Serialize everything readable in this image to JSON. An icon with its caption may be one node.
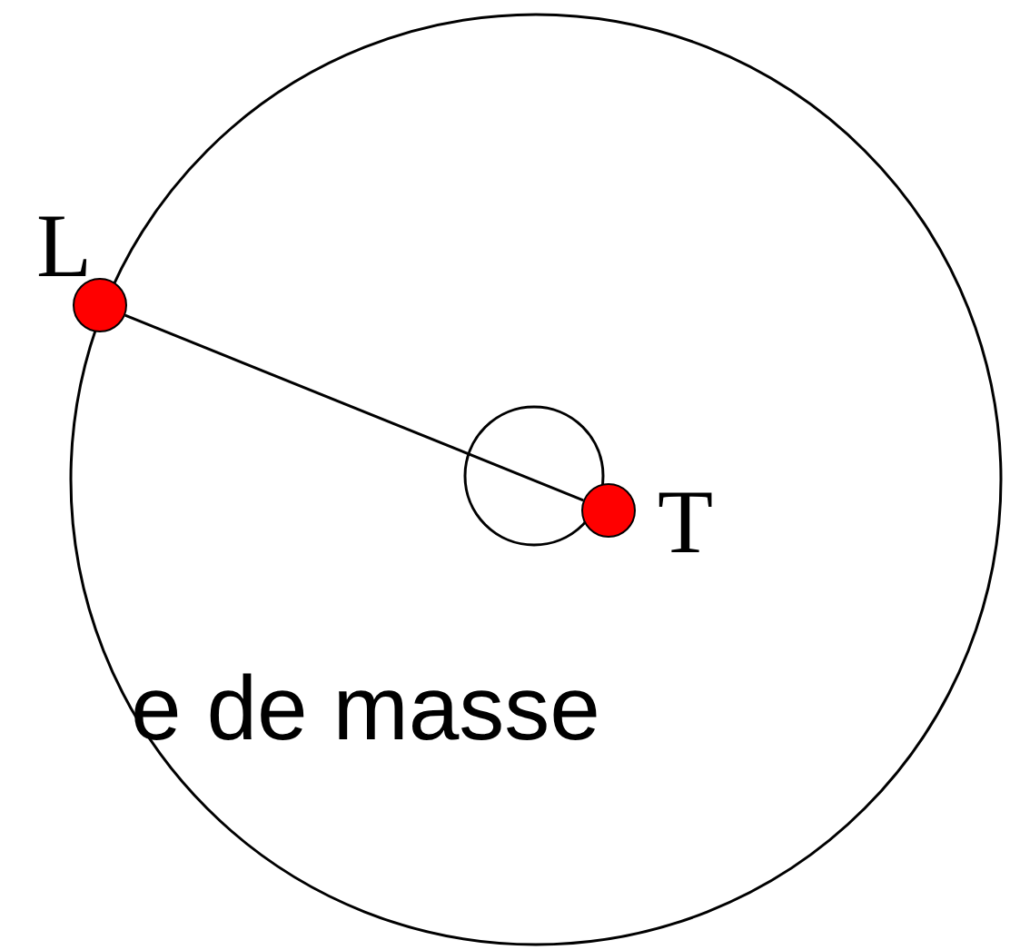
{
  "diagram": {
    "nodes": [
      {
        "text": [],
        "shape": "circle",
        "beside": [
          "L"
        ]
      },
      {
        "text": [],
        "shape": "circle",
        "beside": [
          "T"
        ]
      }
    ],
    "edges": [
      {
        "from": 0,
        "to": 1,
        "arrow": "none"
      }
    ],
    "labels": [
      "e de masse"
    ]
  }
}
